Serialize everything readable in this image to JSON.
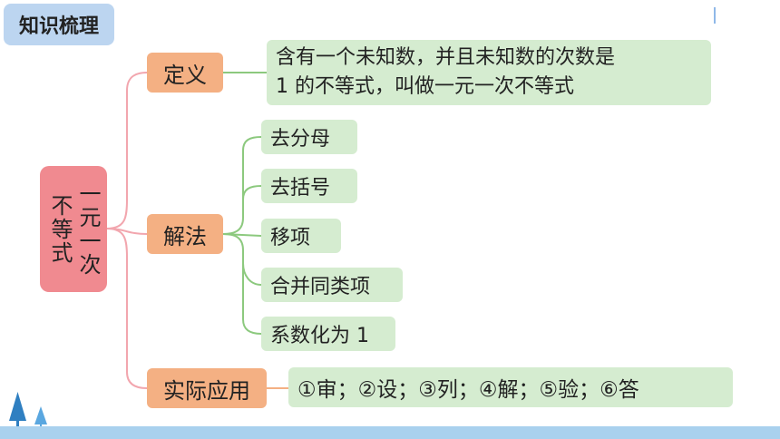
{
  "header": {
    "title": "知识梳理"
  },
  "root": {
    "lines": [
      "一元一次",
      "不等式"
    ]
  },
  "branches": {
    "definition": {
      "label": "定义",
      "text_line1": "含有一个未知数，并且未知数的次数是",
      "text_line2": "1 的不等式，叫做一元一次不等式"
    },
    "solution": {
      "label": "解法",
      "steps": [
        "去分母",
        "去括号",
        "移项",
        "合并同类项",
        "系数化为 1"
      ]
    },
    "application": {
      "label": "实际应用",
      "text": "①审；②设；③列；④解；⑤验；⑥答"
    }
  },
  "colors": {
    "title_bg": "#bcd5f0",
    "root_bg": "#f08a90",
    "category_bg": "#f4b083",
    "leaf_bg": "#d5ecd0",
    "connector_pink": "#f2a6ae",
    "connector_green": "#8cc97e",
    "connector_orange": "#f4b083"
  }
}
